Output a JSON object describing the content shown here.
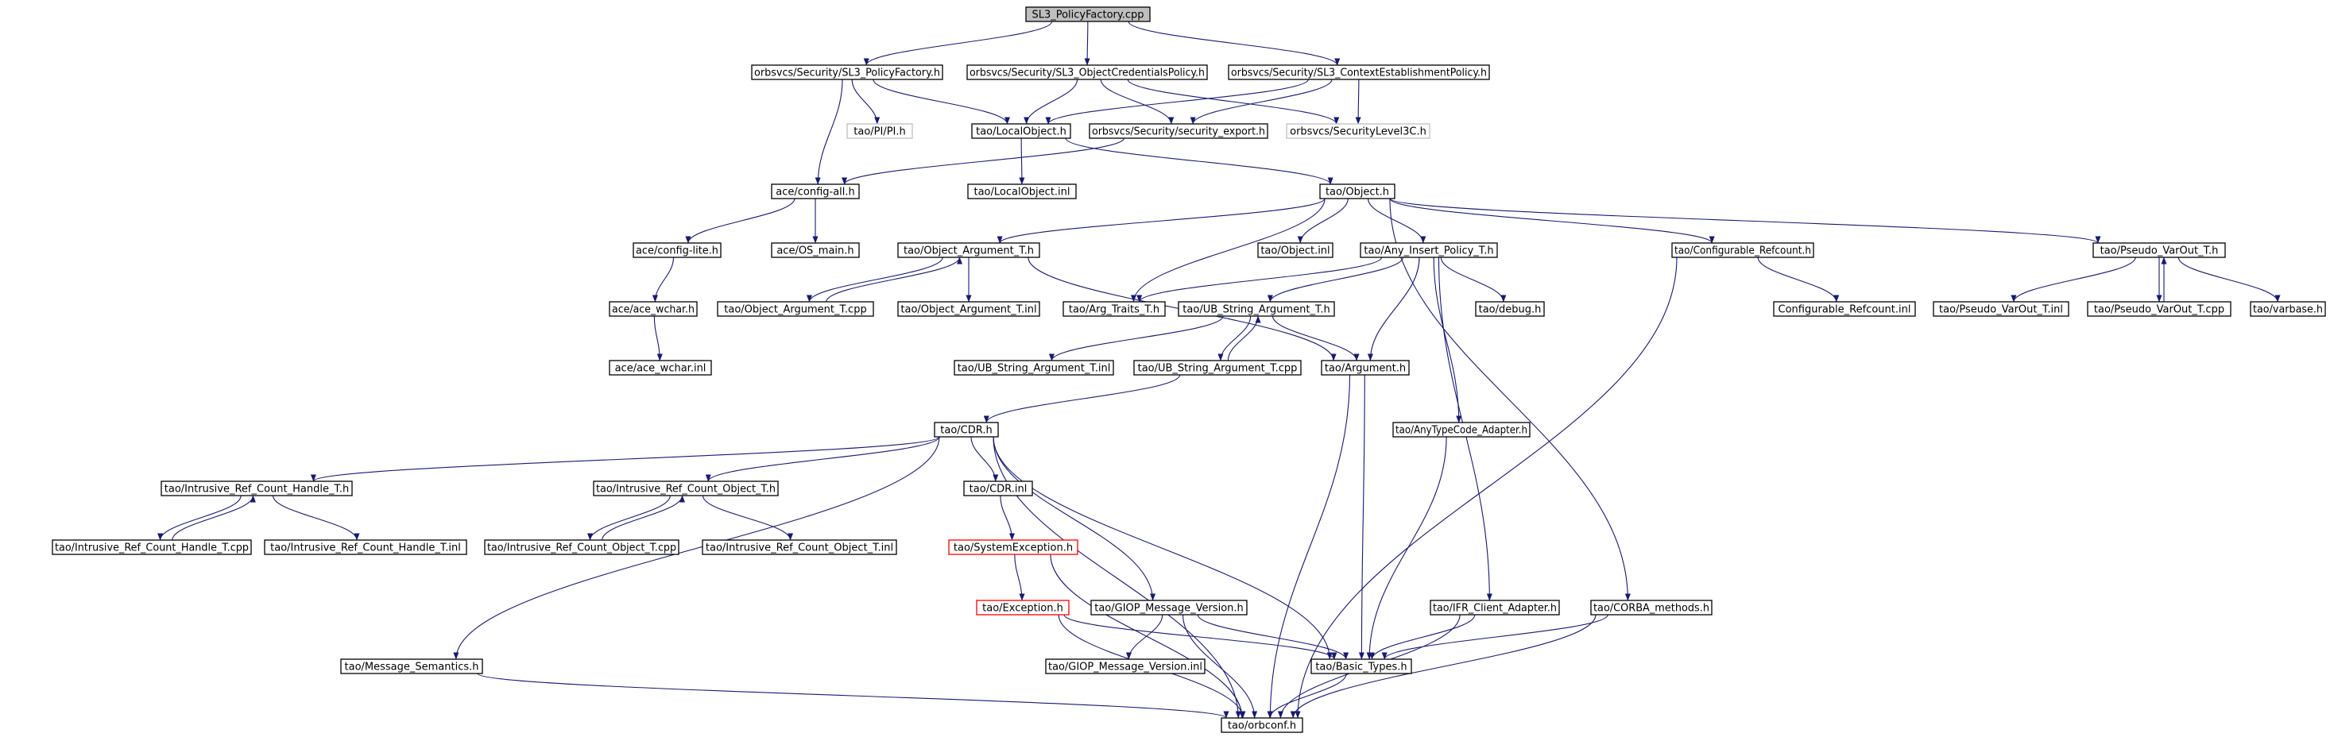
{
  "colors": {
    "edge": "#191970",
    "node_border": "#000000",
    "root_fill": "#bfbfbf",
    "missing_border": "#bfbfbf",
    "truncated_border": "#ff0000"
  },
  "nodes": [
    {
      "id": "root",
      "label": "SL3_PolicyFactory.cpp",
      "style": "root"
    },
    {
      "id": "n_pf_h",
      "label": "orbsvcs/Security/SL3_PolicyFactory.h",
      "style": "normal"
    },
    {
      "id": "n_ocp_h",
      "label": "orbsvcs/Security/SL3_ObjectCredentialsPolicy.h",
      "style": "normal"
    },
    {
      "id": "n_cep_h",
      "label": "orbsvcs/Security/SL3_ContextEstablishmentPolicy.h",
      "style": "normal"
    },
    {
      "id": "n_pi_h",
      "label": "tao/PI/PI.h",
      "style": "grey"
    },
    {
      "id": "n_localobj_h",
      "label": "tao/LocalObject.h",
      "style": "normal"
    },
    {
      "id": "n_secexport_h",
      "label": "orbsvcs/Security/security_export.h",
      "style": "normal"
    },
    {
      "id": "n_seclevel_h",
      "label": "orbsvcs/SecurityLevel3C.h",
      "style": "grey"
    },
    {
      "id": "n_config_all",
      "label": "ace/config-all.h",
      "style": "normal"
    },
    {
      "id": "n_localobj_inl",
      "label": "tao/LocalObject.inl",
      "style": "normal"
    },
    {
      "id": "n_object_h",
      "label": "tao/Object.h",
      "style": "normal"
    },
    {
      "id": "n_config_lite",
      "label": "ace/config-lite.h",
      "style": "normal"
    },
    {
      "id": "n_os_main",
      "label": "ace/OS_main.h",
      "style": "normal"
    },
    {
      "id": "n_objarg_h",
      "label": "tao/Object_Argument_T.h",
      "style": "normal"
    },
    {
      "id": "n_object_inl",
      "label": "tao/Object.inl",
      "style": "normal"
    },
    {
      "id": "n_anyins_h",
      "label": "tao/Any_Insert_Policy_T.h",
      "style": "normal"
    },
    {
      "id": "n_confref_h",
      "label": "tao/Configurable_Refcount.h",
      "style": "normal"
    },
    {
      "id": "n_pvo_h",
      "label": "tao/Pseudo_VarOut_T.h",
      "style": "normal"
    },
    {
      "id": "n_ace_wchar",
      "label": "ace/ace_wchar.h",
      "style": "normal"
    },
    {
      "id": "n_objarg_cpp",
      "label": "tao/Object_Argument_T.cpp",
      "style": "normal"
    },
    {
      "id": "n_objarg_inl",
      "label": "tao/Object_Argument_T.inl",
      "style": "normal"
    },
    {
      "id": "n_argtraits",
      "label": "tao/Arg_Traits_T.h",
      "style": "normal"
    },
    {
      "id": "n_ubstr_h",
      "label": "tao/UB_String_Argument_T.h",
      "style": "normal"
    },
    {
      "id": "n_debug_h",
      "label": "tao/debug.h",
      "style": "normal"
    },
    {
      "id": "n_confref_inl",
      "label": "Configurable_Refcount.inl",
      "style": "normal"
    },
    {
      "id": "n_pvo_inl",
      "label": "tao/Pseudo_VarOut_T.inl",
      "style": "normal"
    },
    {
      "id": "n_pvo_cpp",
      "label": "tao/Pseudo_VarOut_T.cpp",
      "style": "normal"
    },
    {
      "id": "n_varbase",
      "label": "tao/varbase.h",
      "style": "normal"
    },
    {
      "id": "n_ace_wchar_inl",
      "label": "ace/ace_wchar.inl",
      "style": "normal"
    },
    {
      "id": "n_ubstr_inl",
      "label": "tao/UB_String_Argument_T.inl",
      "style": "normal"
    },
    {
      "id": "n_ubstr_cpp",
      "label": "tao/UB_String_Argument_T.cpp",
      "style": "normal"
    },
    {
      "id": "n_argument_h",
      "label": "tao/Argument.h",
      "style": "normal"
    },
    {
      "id": "n_cdr_h",
      "label": "tao/CDR.h",
      "style": "normal"
    },
    {
      "id": "n_anytc",
      "label": "tao/AnyTypeCode_Adapter.h",
      "style": "normal"
    },
    {
      "id": "n_irch_h",
      "label": "tao/Intrusive_Ref_Count_Handle_T.h",
      "style": "normal"
    },
    {
      "id": "n_irco_h",
      "label": "tao/Intrusive_Ref_Count_Object_T.h",
      "style": "normal"
    },
    {
      "id": "n_cdr_inl",
      "label": "tao/CDR.inl",
      "style": "normal"
    },
    {
      "id": "n_irch_cpp",
      "label": "tao/Intrusive_Ref_Count_Handle_T.cpp",
      "style": "normal"
    },
    {
      "id": "n_irch_inl",
      "label": "tao/Intrusive_Ref_Count_Handle_T.inl",
      "style": "normal"
    },
    {
      "id": "n_irco_cpp",
      "label": "tao/Intrusive_Ref_Count_Object_T.cpp",
      "style": "normal"
    },
    {
      "id": "n_irco_inl",
      "label": "tao/Intrusive_Ref_Count_Object_T.inl",
      "style": "normal"
    },
    {
      "id": "n_sysexc",
      "label": "tao/SystemException.h",
      "style": "red"
    },
    {
      "id": "n_exception",
      "label": "tao/Exception.h",
      "style": "red"
    },
    {
      "id": "n_giop_h",
      "label": "tao/GIOP_Message_Version.h",
      "style": "normal"
    },
    {
      "id": "n_ifr",
      "label": "tao/IFR_Client_Adapter.h",
      "style": "normal"
    },
    {
      "id": "n_corba_m",
      "label": "tao/CORBA_methods.h",
      "style": "normal"
    },
    {
      "id": "n_msgsem",
      "label": "tao/Message_Semantics.h",
      "style": "normal"
    },
    {
      "id": "n_giop_inl",
      "label": "tao/GIOP_Message_Version.inl",
      "style": "normal"
    },
    {
      "id": "n_basic",
      "label": "tao/Basic_Types.h",
      "style": "normal"
    },
    {
      "id": "n_orbconf",
      "label": "tao/orbconf.h",
      "style": "normal"
    }
  ]
}
